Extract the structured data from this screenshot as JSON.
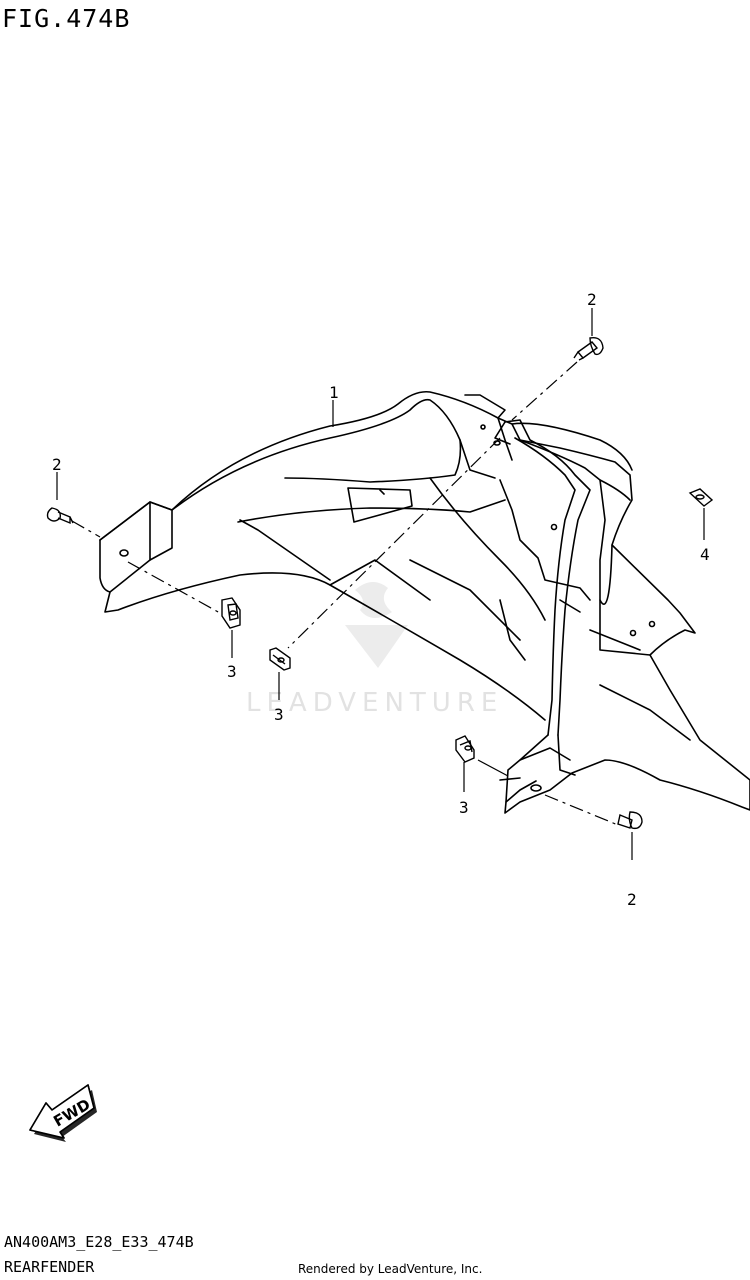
{
  "figure": {
    "title": "FIG.474B",
    "code": "AN400AM3_E28_E33_474B",
    "name": "REARFENDER"
  },
  "callouts": [
    {
      "id": "part-1",
      "label": "1"
    },
    {
      "id": "part-2-top",
      "label": "2"
    },
    {
      "id": "part-2-left",
      "label": "2"
    },
    {
      "id": "part-2-bottom",
      "label": "2"
    },
    {
      "id": "part-3-left",
      "label": "3"
    },
    {
      "id": "part-3-center",
      "label": "3"
    },
    {
      "id": "part-3-right",
      "label": "3"
    },
    {
      "id": "part-4",
      "label": "4"
    }
  ],
  "direction_badge": {
    "label": "FWD",
    "icon": "fwd-arrow-icon"
  },
  "watermark": {
    "text": "LEADVENTURE"
  },
  "footer": {
    "rendered_by": "Rendered by LeadVenture, Inc."
  }
}
